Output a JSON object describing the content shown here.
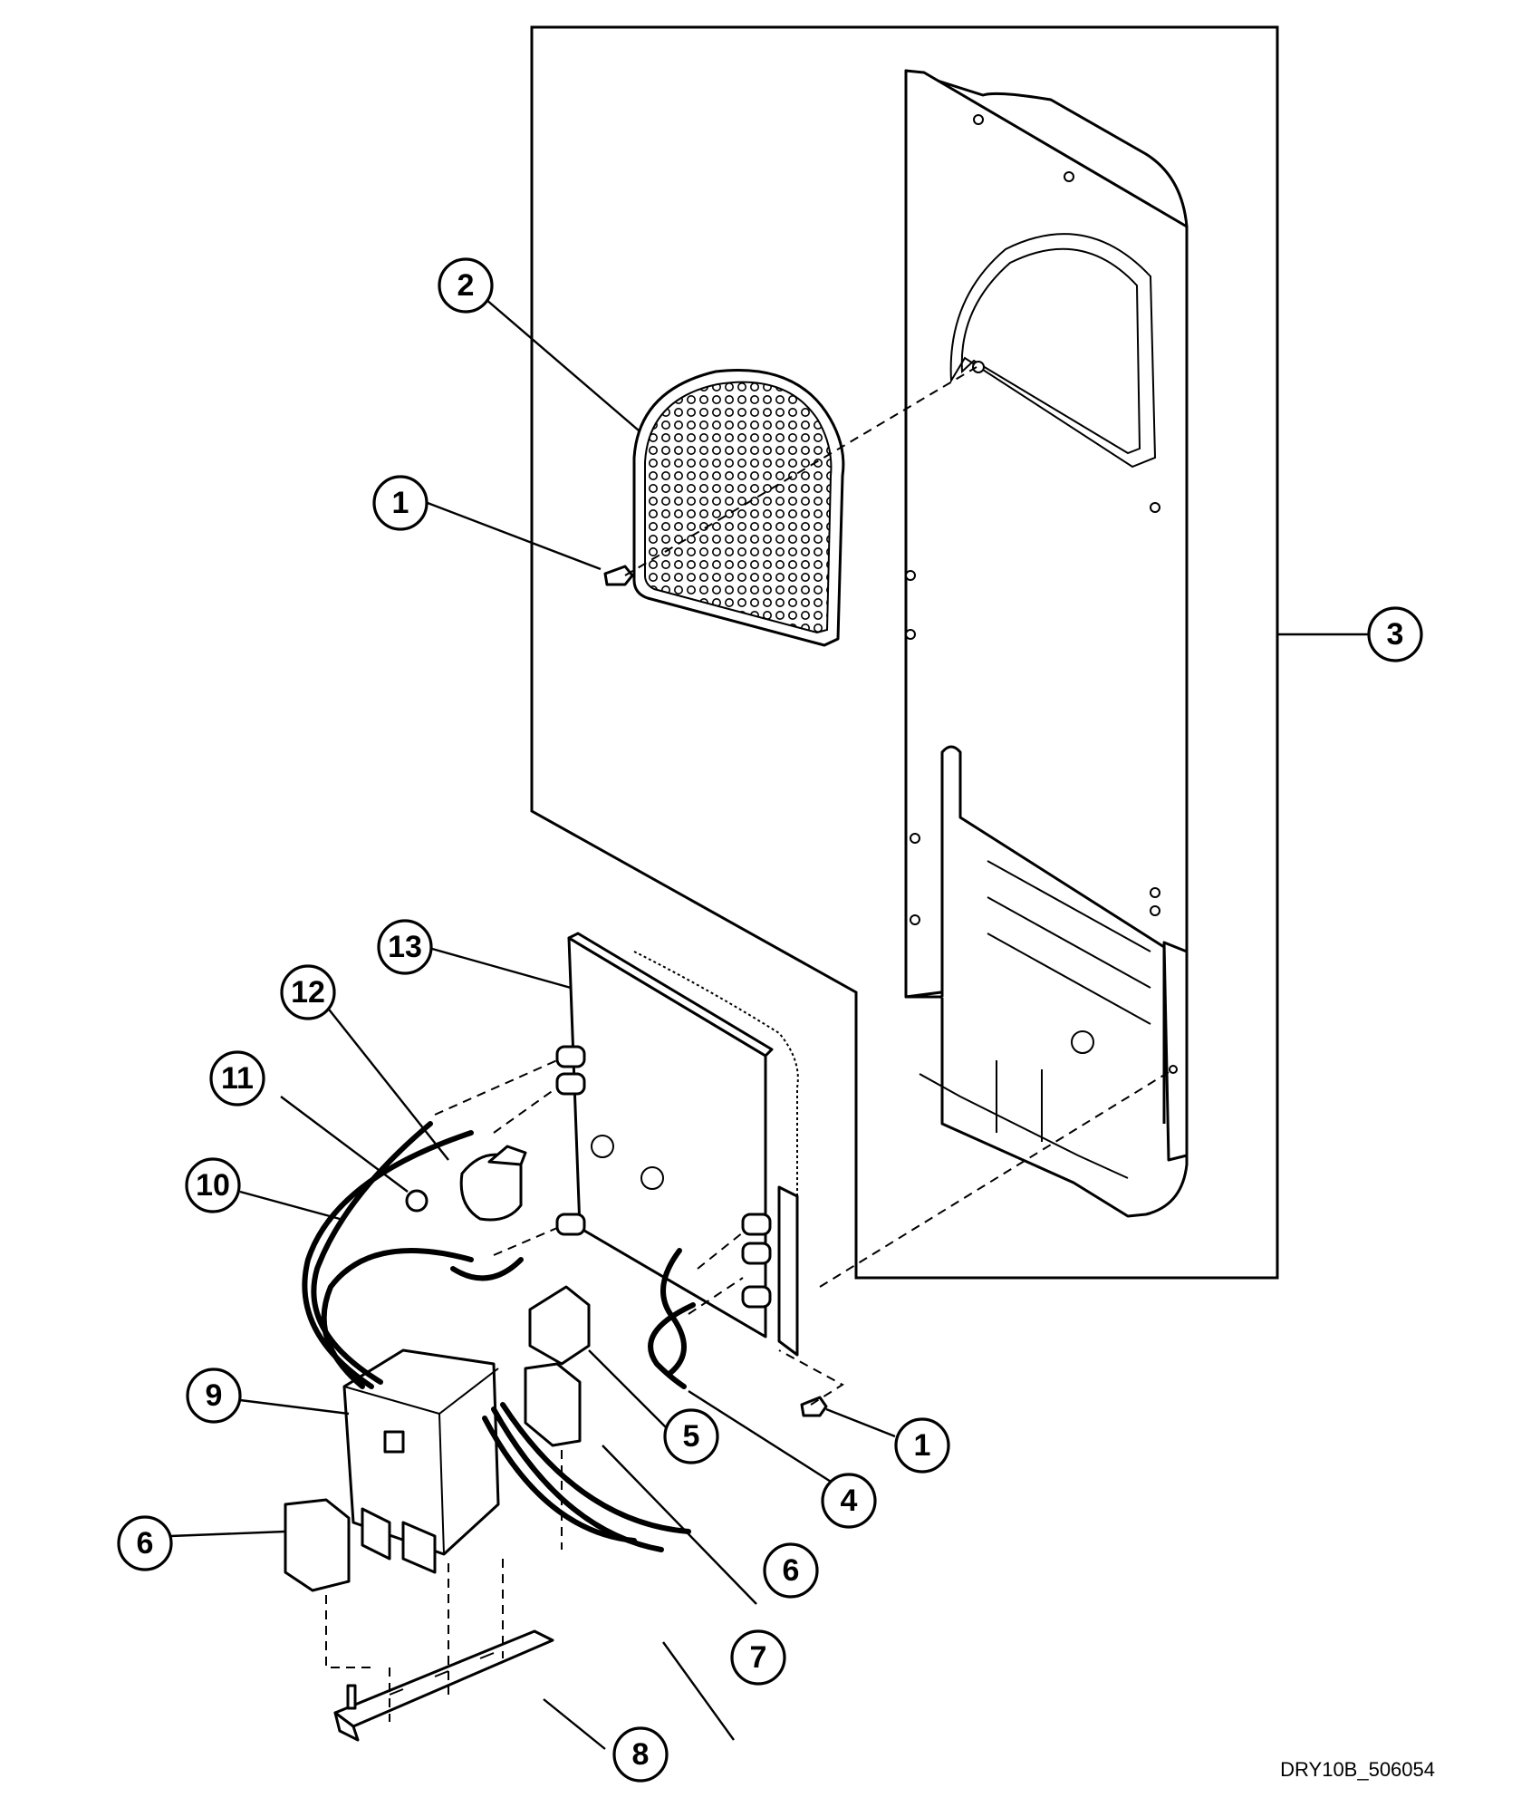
{
  "diagram": {
    "drawing_id": "DRY10B_506054",
    "callouts": [
      {
        "key": "c1a",
        "label": "1"
      },
      {
        "key": "c2",
        "label": "2"
      },
      {
        "key": "c3",
        "label": "3"
      },
      {
        "key": "c13",
        "label": "13"
      },
      {
        "key": "c12",
        "label": "12"
      },
      {
        "key": "c11",
        "label": "11"
      },
      {
        "key": "c10",
        "label": "10"
      },
      {
        "key": "c9",
        "label": "9"
      },
      {
        "key": "c5",
        "label": "5"
      },
      {
        "key": "c1b",
        "label": "1"
      },
      {
        "key": "c4",
        "label": "4"
      },
      {
        "key": "c6a",
        "label": "6"
      },
      {
        "key": "c6b",
        "label": "6"
      },
      {
        "key": "c7",
        "label": "7"
      },
      {
        "key": "c8",
        "label": "8"
      }
    ]
  }
}
